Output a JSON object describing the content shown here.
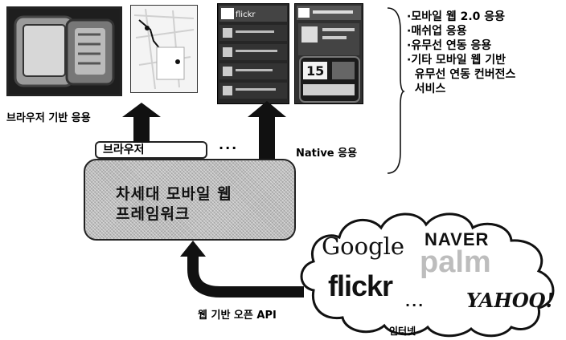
{
  "labels": {
    "browser_app": "브라우저 기반 응용",
    "native_app": "Native 응용",
    "browser": "브라우저",
    "dots": "...",
    "framework_line1": "차세대 모바일 웹",
    "framework_line2": "프레임워크",
    "open_api": "웹 기반 오픈 API",
    "internet": "인터넷"
  },
  "bullets": [
    "·모바일 웹 2.0 응용",
    "·매쉬업 응용",
    "·유무선 연동 응용",
    "·기타 모바일 웹 기반",
    "  유무선 연동 컨버전스",
    "  서비스"
  ],
  "logos": {
    "google": "Google",
    "naver": "NAVER",
    "palm": "palm",
    "flickr": "flickr",
    "yahoo": "YAHOO!",
    "cloud_dots": "..."
  },
  "screens": {
    "flickr_brand": "flickr",
    "calendar_day": "15"
  }
}
